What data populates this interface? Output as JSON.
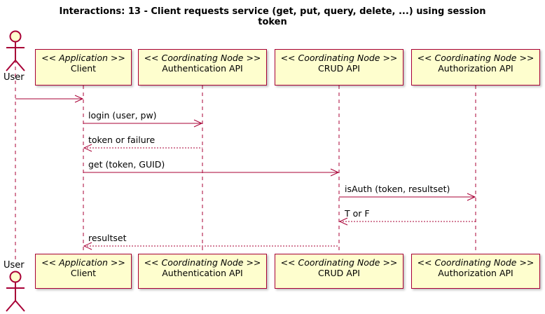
{
  "title": {
    "line1": "Interactions: 13 - Client requests service (get, put, query, delete, ...) using session",
    "line2": "token"
  },
  "actor": {
    "label": "User"
  },
  "participants": [
    {
      "stereotype": "<< Application >>",
      "name": "Client"
    },
    {
      "stereotype": "<< Coordinating Node >>",
      "name": "Authentication API"
    },
    {
      "stereotype": "<< Coordinating Node >>",
      "name": "CRUD API"
    },
    {
      "stereotype": "<< Coordinating Node >>",
      "name": "Authorization API"
    }
  ],
  "messages": [
    {
      "from": "User",
      "to": "Client",
      "label": "",
      "kind": "sync"
    },
    {
      "from": "Client",
      "to": "Authentication API",
      "label": "login (user, pw)",
      "kind": "sync"
    },
    {
      "from": "Authentication API",
      "to": "Client",
      "label": "token or failure",
      "kind": "return"
    },
    {
      "from": "Client",
      "to": "CRUD API",
      "label": "get (token, GUID)",
      "kind": "sync"
    },
    {
      "from": "CRUD API",
      "to": "Authorization API",
      "label": "isAuth (token, resultset)",
      "kind": "sync"
    },
    {
      "from": "Authorization API",
      "to": "CRUD API",
      "label": "T or F",
      "kind": "return"
    },
    {
      "from": "CRUD API",
      "to": "Client",
      "label": "resultset",
      "kind": "return"
    }
  ],
  "colors": {
    "line": "#A80036",
    "box_fill": "#FEFECE"
  }
}
